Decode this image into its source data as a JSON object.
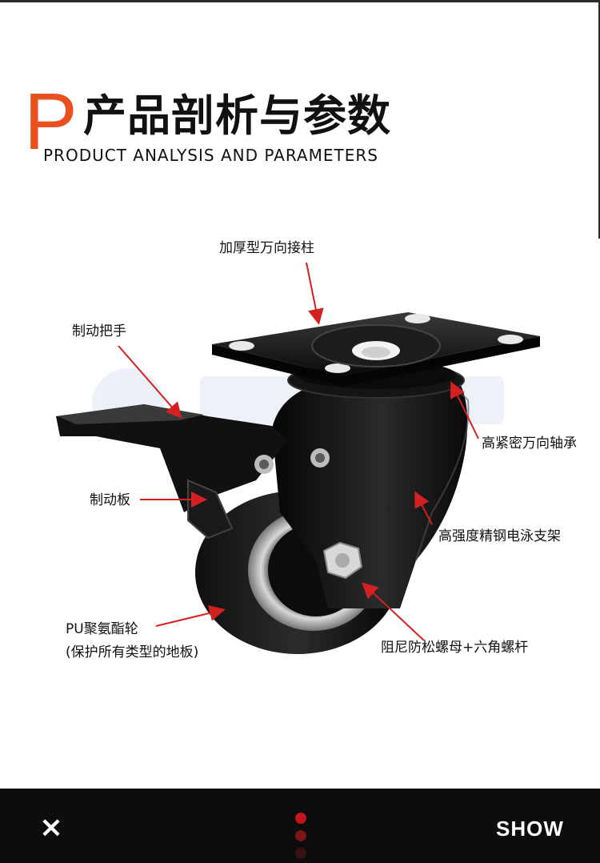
{
  "heading": {
    "letter": "P",
    "title_cn": "产品剖析与参数",
    "title_en": "PRODUCT ANALYSIS AND PARAMETERS"
  },
  "labels": {
    "top_plate": "加厚型万向接柱",
    "brake_handle": "制动把手",
    "bearing": "高紧密万向轴承",
    "brake_plate": "制动板",
    "bracket": "高强度精钢电泳支架",
    "wheel_line1": "PU聚氨酯轮",
    "wheel_line2": "(保护所有类型的地板)",
    "nut_bolt": "阻尼防松螺母+六角螺杆"
  },
  "colors": {
    "accent": "#e8501e",
    "arrow": "#d32020",
    "bar_bg": "#0d0d0d",
    "dot_active": "#c0161c",
    "dot_mid": "#7a1418",
    "dot_dim": "#3a1214"
  },
  "bottom_bar": {
    "close_icon": "×",
    "show_label": "SHOW"
  }
}
